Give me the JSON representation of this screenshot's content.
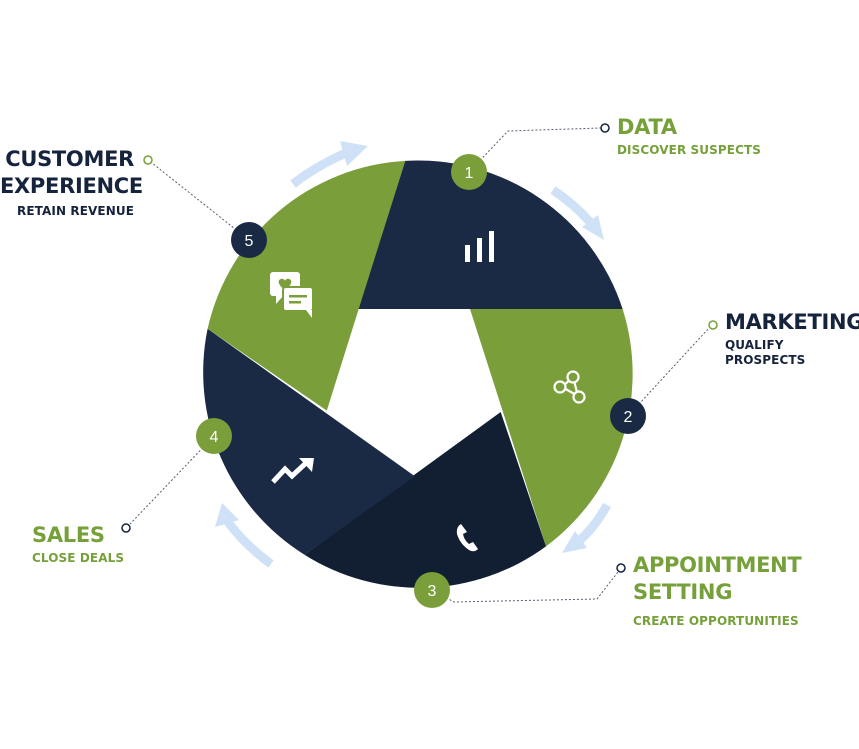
{
  "colors": {
    "navy": "#1b2a44",
    "navy_dark": "#121f33",
    "green": "#7a9e3a",
    "arrow": "#cfe1f6",
    "white": "#ffffff"
  },
  "steps": [
    {
      "number": "1",
      "title_lines": [
        "DATA"
      ],
      "subtitle": "DISCOVER SUSPECTS",
      "icon": "bar-chart-icon",
      "color": "navy"
    },
    {
      "number": "2",
      "title_lines": [
        "MARKETING"
      ],
      "subtitle": "QUALIFY PROSPECTS",
      "icon": "network-nodes-icon",
      "color": "green"
    },
    {
      "number": "3",
      "title_lines": [
        "APPOINTMENT",
        "SETTING"
      ],
      "subtitle": "CREATE OPPORTUNITIES",
      "icon": "phone-icon",
      "color": "navy_dark"
    },
    {
      "number": "4",
      "title_lines": [
        "SALES"
      ],
      "subtitle": "CLOSE DEALS",
      "icon": "trend-up-arrow-icon",
      "color": "navy"
    },
    {
      "number": "5",
      "title_lines": [
        "CUSTOMER",
        "EXPERIENCE"
      ],
      "subtitle": "RETAIN REVENUE",
      "icon": "chat-heart-icon",
      "color": "green"
    }
  ]
}
